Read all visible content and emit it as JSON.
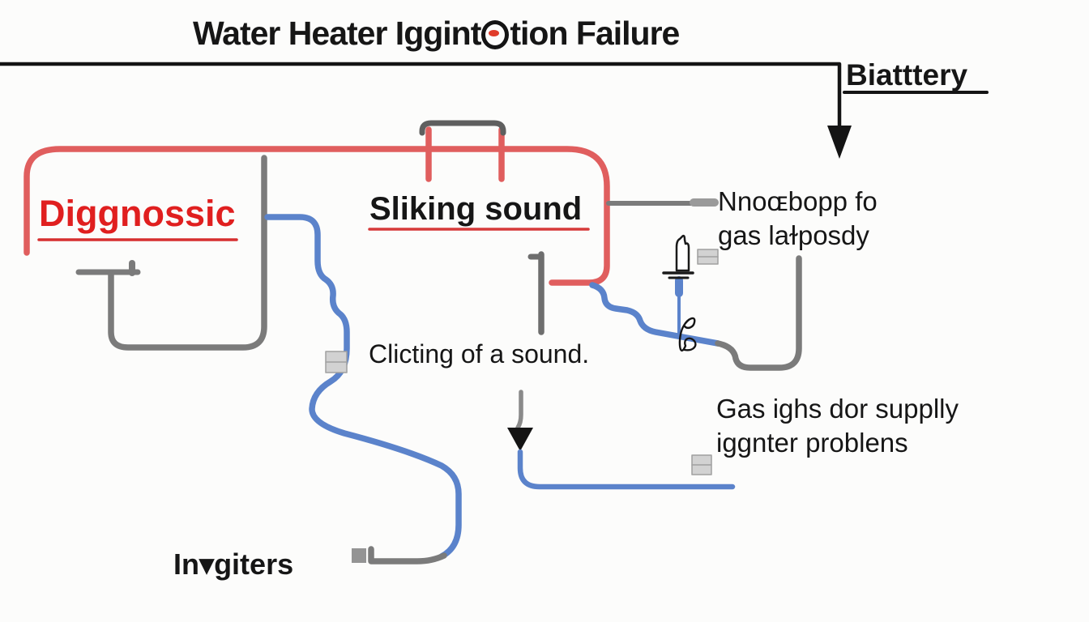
{
  "title": {
    "part1": "Water Heater Iggint",
    "part2": "tion Failure",
    "full": "Water Heater Iggintetion Failure"
  },
  "nodes": {
    "battery_label": "Biatttery",
    "diagnostic_label": "Diggnossic",
    "sliking_label": "Sliking sound",
    "no_gas_line1": "Nnoɶbopp fo",
    "no_gas_line2": "gas laɫposdy",
    "clicking_label": "Clicting of a sound.",
    "gas_supply_line1": "Gas ighs dor supplly",
    "gas_supply_line2": "iggnter problens",
    "igniters_label": "In▾giters"
  },
  "icons": [
    "igniter-spark-plug-icon",
    "squiggle-doodle-icon",
    "handle-square-icon",
    "down-arrow-icon"
  ],
  "colors": {
    "background": "#fcfcfb",
    "line_red": "#e05e5e",
    "text_red": "#e01f1f",
    "underline_red": "#d63a3a",
    "line_blue": "#5b83cb",
    "line_gray": "#7b7b7b",
    "line_dark_gray": "#5f5f5f",
    "black": "#141414",
    "handle_fill": "#d2d2d2"
  }
}
